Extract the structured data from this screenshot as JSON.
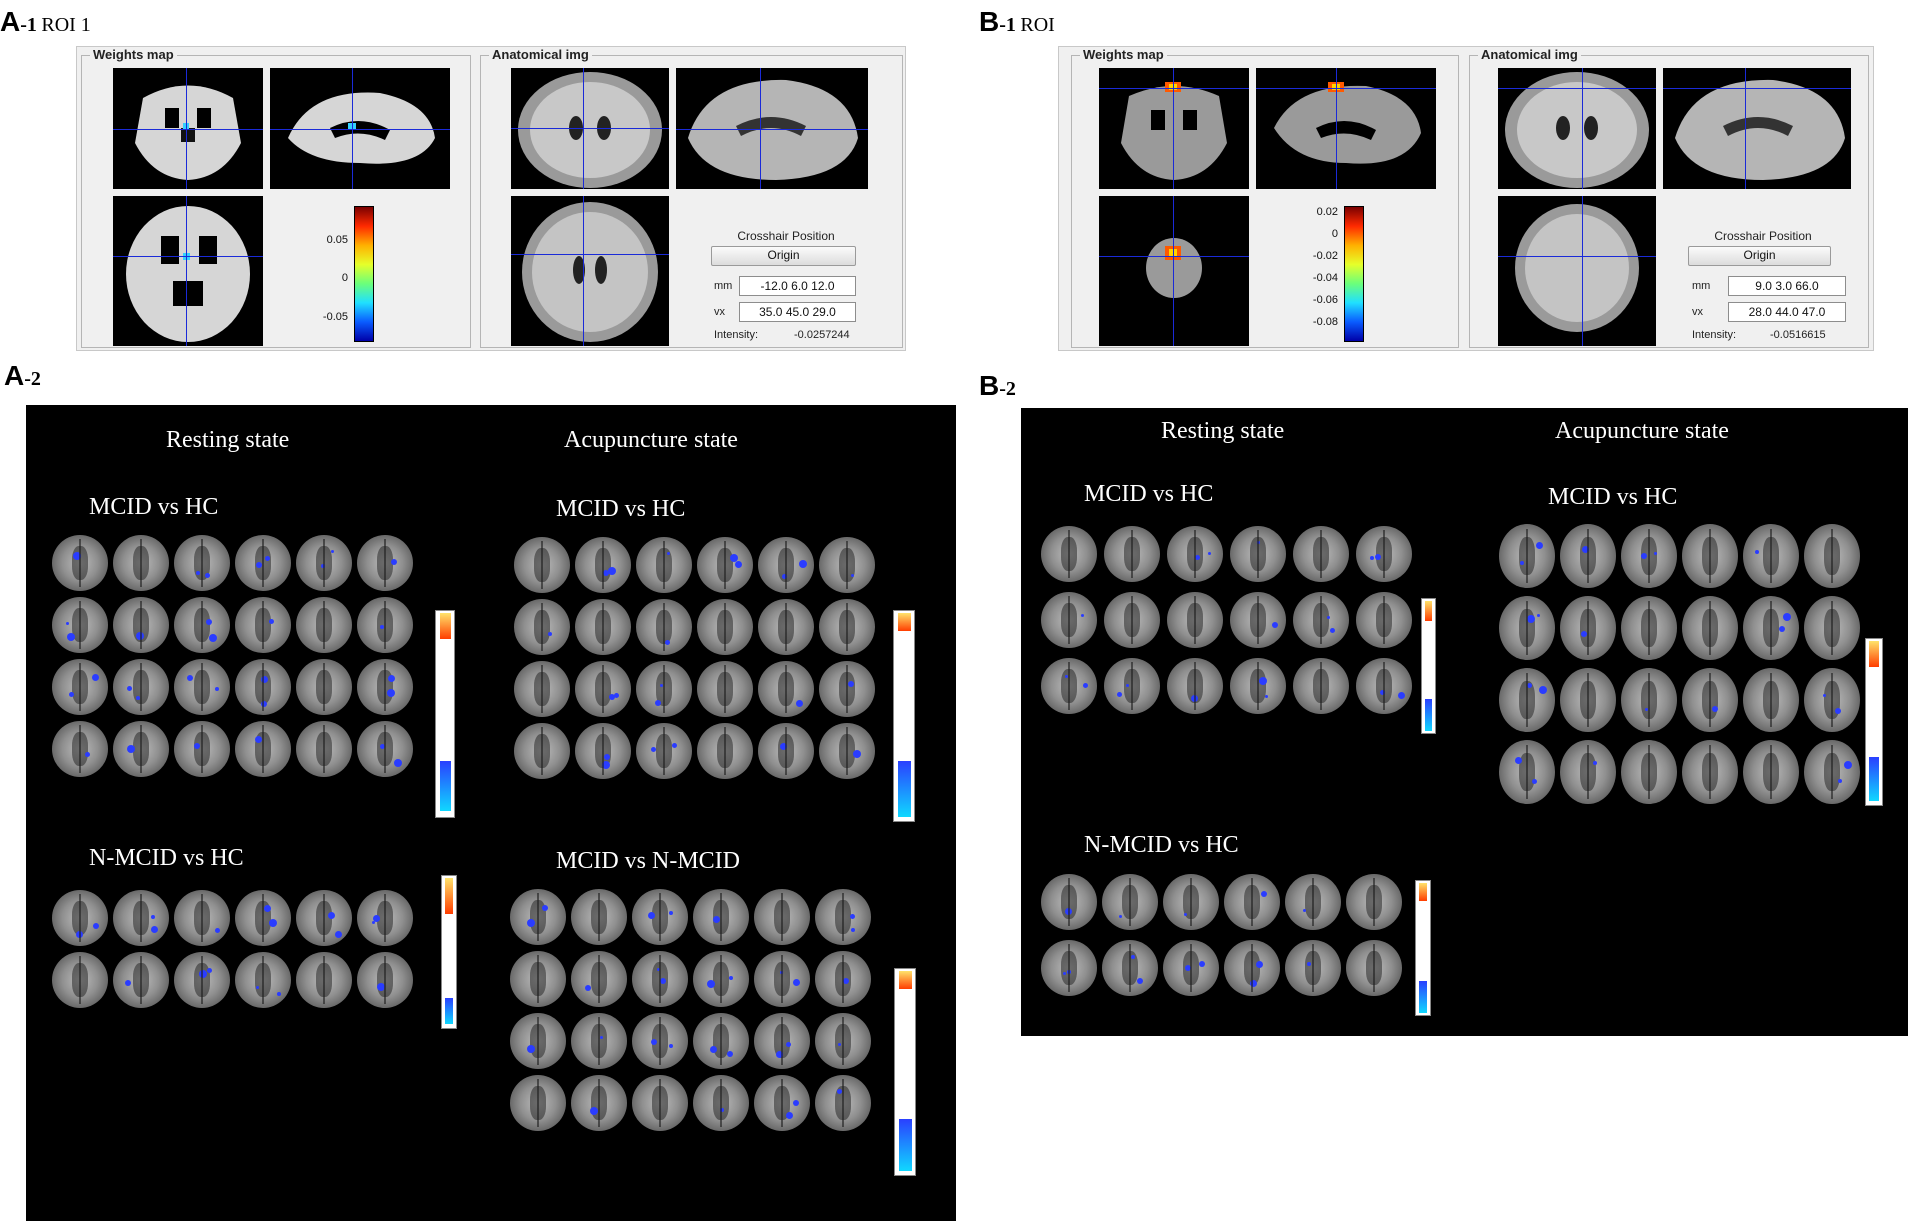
{
  "labels": {
    "a1": {
      "letter": "A",
      "suffix": "-1",
      "text": "ROI 1"
    },
    "b1": {
      "letter": "B",
      "suffix": "-1",
      "text": "ROI"
    },
    "a2": {
      "letter": "A",
      "suffix": "-2"
    },
    "b2": {
      "letter": "B",
      "suffix": "-2"
    }
  },
  "viewer_common": {
    "weights_title": "Weights map",
    "anat_title": "Anatomical img",
    "crosshair_title": "Crosshair Position",
    "origin_button": "Origin",
    "mm_label": "mm",
    "vx_label": "vx",
    "intensity_label": "Intensity:"
  },
  "viewer_a": {
    "mm": "-12.0 6.0 12.0",
    "vx": "35.0 45.0 29.0",
    "intensity": "-0.0257244",
    "colorbar_ticks": [
      "0.05",
      "0",
      "-0.05"
    ]
  },
  "viewer_b": {
    "mm": "9.0 3.0 66.0",
    "vx": "28.0 44.0 47.0",
    "intensity": "-0.0516615",
    "colorbar_ticks": [
      "0.02",
      "0",
      "-0.02",
      "-0.04",
      "-0.06",
      "-0.08"
    ]
  },
  "panel_a2": {
    "resting": "Resting state",
    "acupuncture": "Acupuncture state",
    "g1": "MCID vs HC",
    "g2": "MCID vs HC",
    "g3": "N-MCID vs HC",
    "g4": "MCID vs N-MCID"
  },
  "panel_b2": {
    "resting": "Resting state",
    "acupuncture": "Acupuncture state",
    "g1": "MCID vs HC",
    "g2": "MCID vs HC",
    "g3": "N-MCID vs HC"
  }
}
